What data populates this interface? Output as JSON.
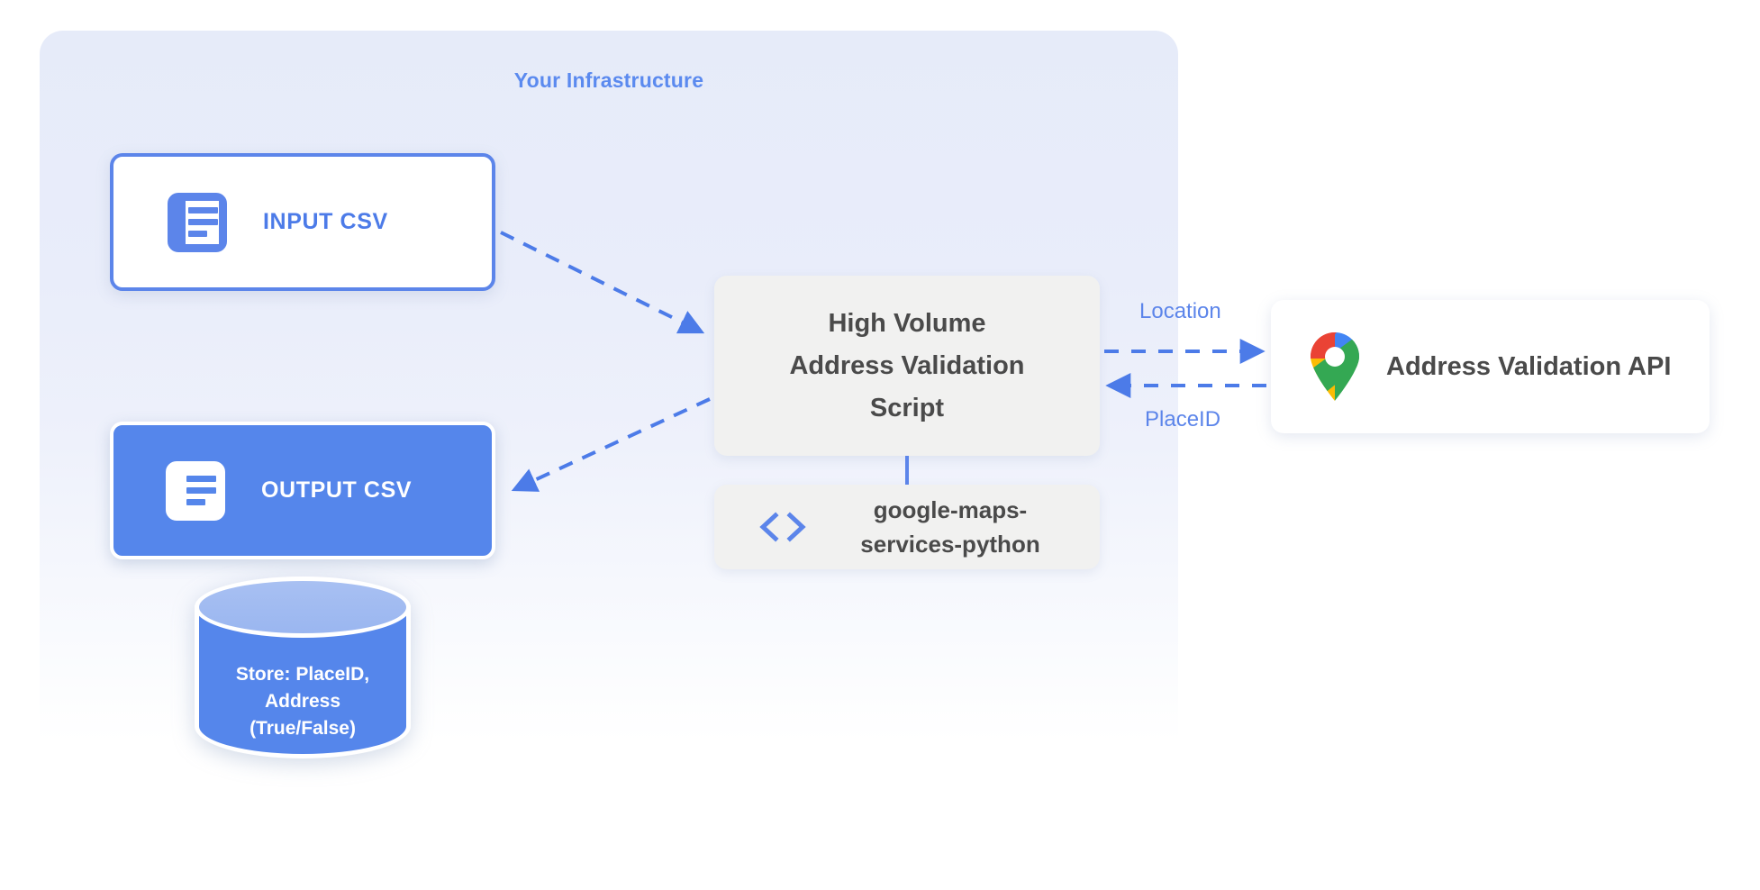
{
  "panel": {
    "title": "Your Infrastructure"
  },
  "nodes": {
    "input_csv": {
      "label": "INPUT CSV",
      "icon": "document-icon"
    },
    "output_csv": {
      "label": "OUTPUT CSV",
      "icon": "document-icon"
    },
    "datastore": {
      "line1": "Store: PlaceID,",
      "line2": "Address",
      "line3": "(True/False)",
      "icon": "database-cylinder-icon"
    },
    "script": {
      "line1": "High Volume",
      "line2": "Address Validation",
      "line3": "Script"
    },
    "library": {
      "line1": "google-maps-",
      "line2": "services-python",
      "icon": "code-brackets-icon"
    },
    "api": {
      "label": "Address Validation API",
      "icon": "google-maps-pin-icon"
    }
  },
  "edges": {
    "location_label": "Location",
    "placeid_label": "PlaceID"
  },
  "colors": {
    "accent_blue": "#5C85EA",
    "fill_blue": "#5586EB",
    "panel_bg": "#E8ECFA",
    "card_grey": "#F1F1F0",
    "text_dark": "#4A4A4A",
    "cylinder_top": "#A3BCF1",
    "gmaps_blue": "#4285F4",
    "gmaps_red": "#EA4335",
    "gmaps_yellow": "#FBBC04",
    "gmaps_green": "#34A853"
  }
}
